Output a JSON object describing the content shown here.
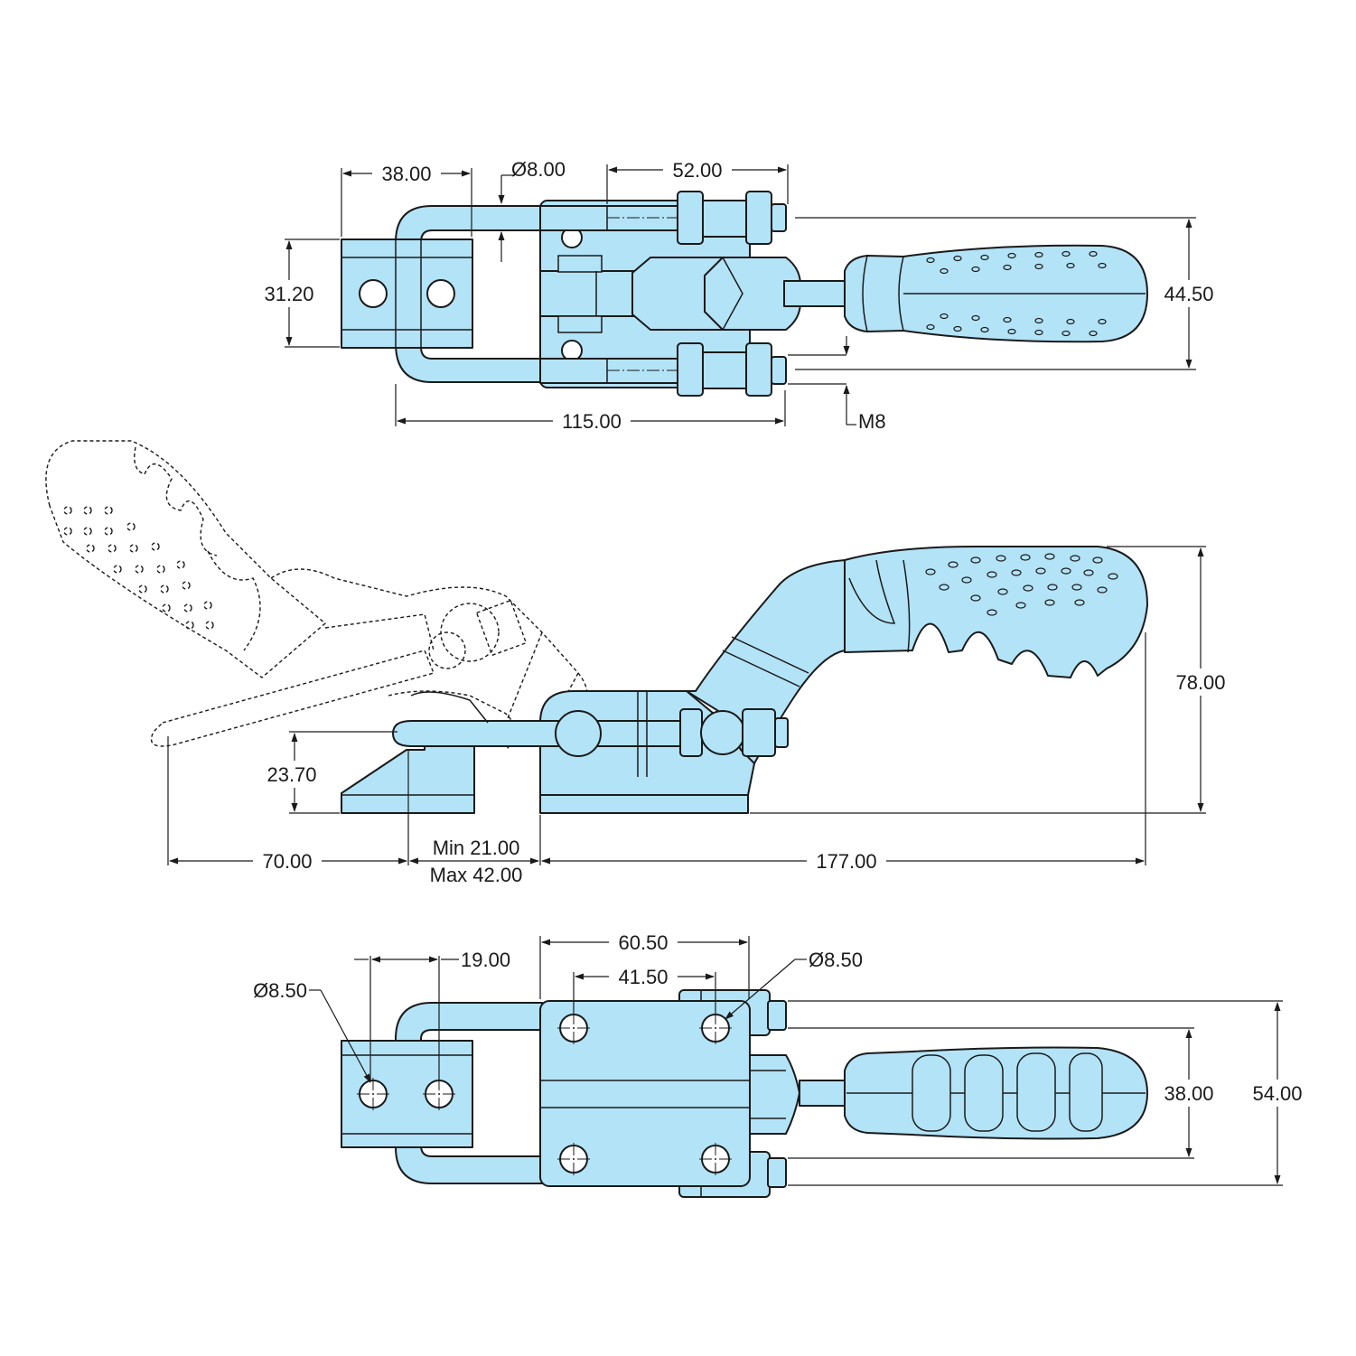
{
  "colors": {
    "part_fill": "#b3e3f7",
    "line": "#1a1a1a",
    "background": "#ffffff"
  },
  "top_view": {
    "width_38": "38.00",
    "pin_diameter": "Ø8.00",
    "bolt_span": "52.00",
    "block_height": "31.20",
    "overall_width": "44.50",
    "length_to_nut": "115.00",
    "thread": "M8"
  },
  "side_view": {
    "height": "78.00",
    "base_to_hook": "23.70",
    "open_reach": "70.00",
    "stroke_min": "Min 21.00",
    "stroke_max": "Max 42.00",
    "closed_length": "177.00"
  },
  "bottom_view": {
    "keeper_hole_spacing": "19.00",
    "keeper_hole_diameter": "Ø8.50",
    "base_length": "60.50",
    "base_hole_spacing": "41.50",
    "base_hole_diameter": "Ø8.50",
    "base_hole_row_spacing": "38.00",
    "overall_width": "54.00"
  }
}
